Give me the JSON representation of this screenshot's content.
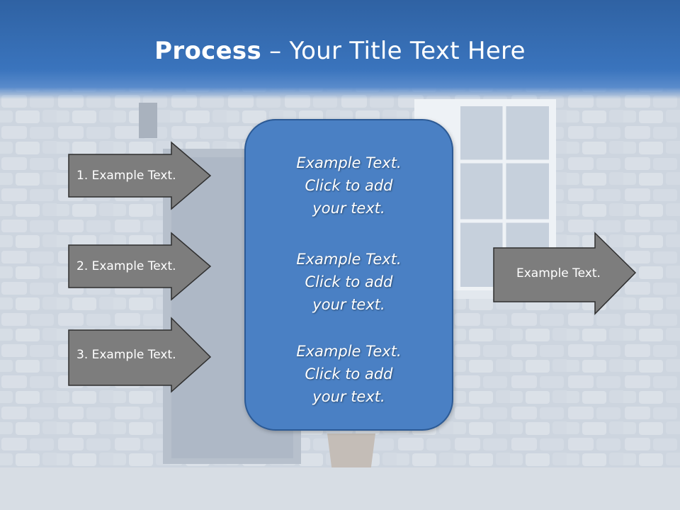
{
  "slide": {
    "title_bold": "Process",
    "title_rest": " – Your Title Text Here"
  },
  "colors": {
    "title_bar": "#3a74bd",
    "center_box": "#4a80c4",
    "arrow_fill": "#7d7d7d",
    "arrow_stroke": "#2f2f2f",
    "text": "#ffffff"
  },
  "left_arrows": [
    {
      "label": "1. Example Text."
    },
    {
      "label": "2. Example Text."
    },
    {
      "label": "3. Example Text."
    }
  ],
  "center_box": {
    "items": [
      {
        "text": "Example Text.\nClick  to add\nyour text."
      },
      {
        "text": "Example Text.\nClick  to add\nyour text."
      },
      {
        "text": "Example Text.\nClick  to add\nyour text."
      }
    ]
  },
  "right_arrow": {
    "label": "Example Text."
  }
}
